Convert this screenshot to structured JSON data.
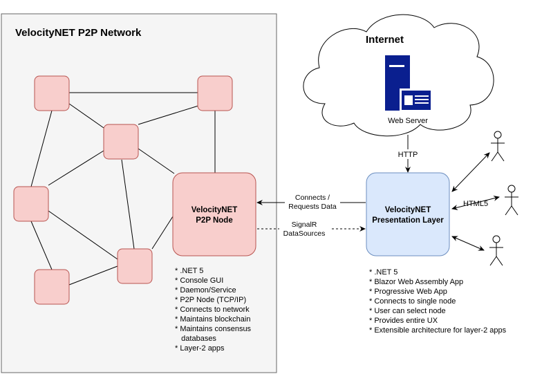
{
  "network": {
    "title": "VelocityNET P2P Network",
    "node_label_line1": "VelocityNET",
    "node_label_line2": "P2P Node",
    "node_notes": [
      "* .NET 5",
      "* Console GUI",
      "* Daemon/Service",
      "* P2P Node (TCP/IP)",
      "* Connects to network",
      "* Maintains blockchain",
      "* Maintains consensus",
      "   databases",
      "* Layer-2 apps"
    ]
  },
  "internet": {
    "title": "Internet",
    "server_label": "Web Server",
    "http_label": "HTTP"
  },
  "connections": {
    "connects_line1": "Connects /",
    "connects_line2": "Requests Data",
    "signalr_line1": "SignalR",
    "signalr_line2": "DataSources",
    "html5_label": "HTML5"
  },
  "presentation": {
    "label_line1": "VelocityNET",
    "label_line2": "Presentation Layer",
    "notes": [
      "* .NET 5",
      "* Blazor Web Assembly App",
      "* Progressive Web App",
      "* Connects to single node",
      "* User can select node",
      "* Provides entire UX",
      "* Extensible architecture for layer-2 apps"
    ]
  },
  "colors": {
    "peer_fill": "#f8cecc",
    "peer_stroke": "#b85450",
    "presentation_fill": "#dae8fc",
    "presentation_stroke": "#6c8ebf",
    "network_bg": "#f5f5f5",
    "server_blue": "#0a1f8f"
  }
}
